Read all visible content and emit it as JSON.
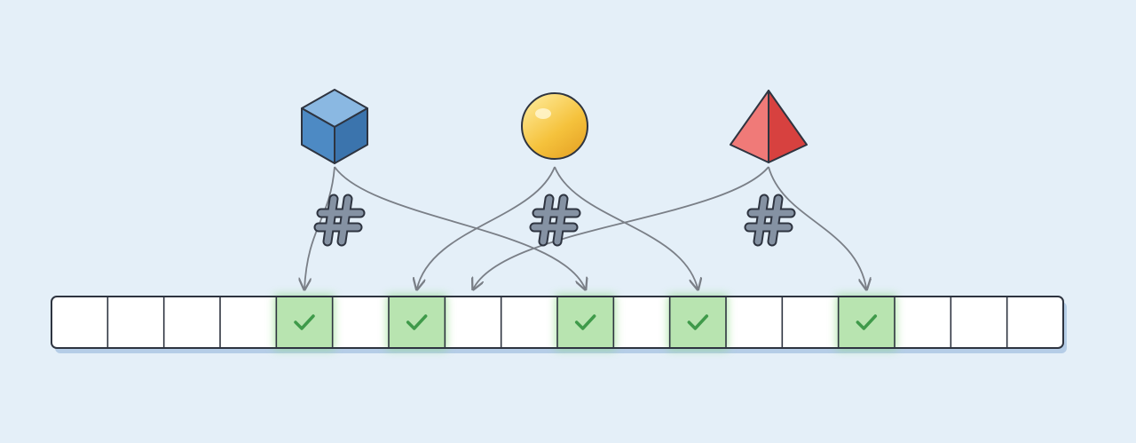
{
  "colors": {
    "background": "#e4eff8",
    "cube": "#4d8ac4",
    "sphere": "#f5c23c",
    "pyramid": "#e0474a",
    "hash": "#8592a3",
    "arrow": "#7a7f87",
    "cell_empty": "#ffffff",
    "cell_set": "#b8e4b0",
    "check": "#3f9a4a",
    "outline": "#2e3440"
  },
  "items": [
    {
      "name": "cube",
      "icon": "cube-icon",
      "targets": [
        4,
        9
      ]
    },
    {
      "name": "sphere",
      "icon": "sphere-icon",
      "targets": [
        6,
        11
      ]
    },
    {
      "name": "pyramid",
      "icon": "pyramid-icon",
      "targets": [
        14,
        7
      ]
    }
  ],
  "hash_functions": [
    {
      "icon": "hash-icon"
    },
    {
      "icon": "hash-icon"
    },
    {
      "icon": "hash-icon"
    }
  ],
  "bit_array": {
    "size": 18,
    "set_bits": [
      4,
      6,
      9,
      11,
      14
    ],
    "set_icon": "check-icon"
  }
}
